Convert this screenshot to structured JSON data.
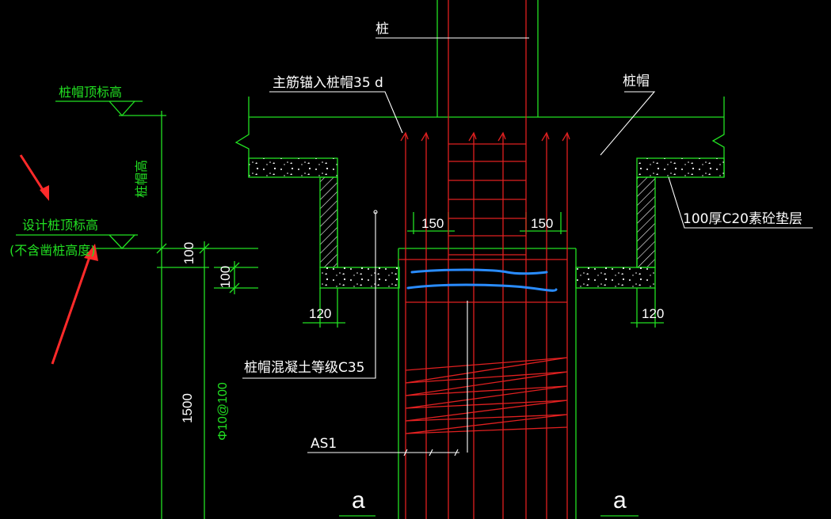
{
  "labels": {
    "column": "桩",
    "rebar_anchor": "主筋锚入桩帽35 d",
    "cap": "桩帽",
    "cap_top_elev": "桩帽顶标高",
    "cap_height": "桩帽高",
    "design_pile_top": "设计桩顶标高",
    "design_pile_top_note": "(不含凿桩高度)",
    "cushion": "100厚C20素砼垫层",
    "concrete_grade": "桩帽混凝土等级C35",
    "as1": "AS1",
    "rebar_spec": "Φ10@100"
  },
  "dimensions": {
    "d150_left": "150",
    "d150_right": "150",
    "d100_a": "100",
    "d100_b": "100",
    "d120_left": "120",
    "d120_right": "120",
    "d1500": "1500"
  },
  "sections": {
    "left": "a",
    "right": "a"
  },
  "colors": {
    "background": "#000000",
    "outline": "#22e022",
    "rebar": "#e02020",
    "text": "#ffffff",
    "annotation_arrow": "#ff2a2a",
    "highlight_stroke": "#2a8cff"
  }
}
